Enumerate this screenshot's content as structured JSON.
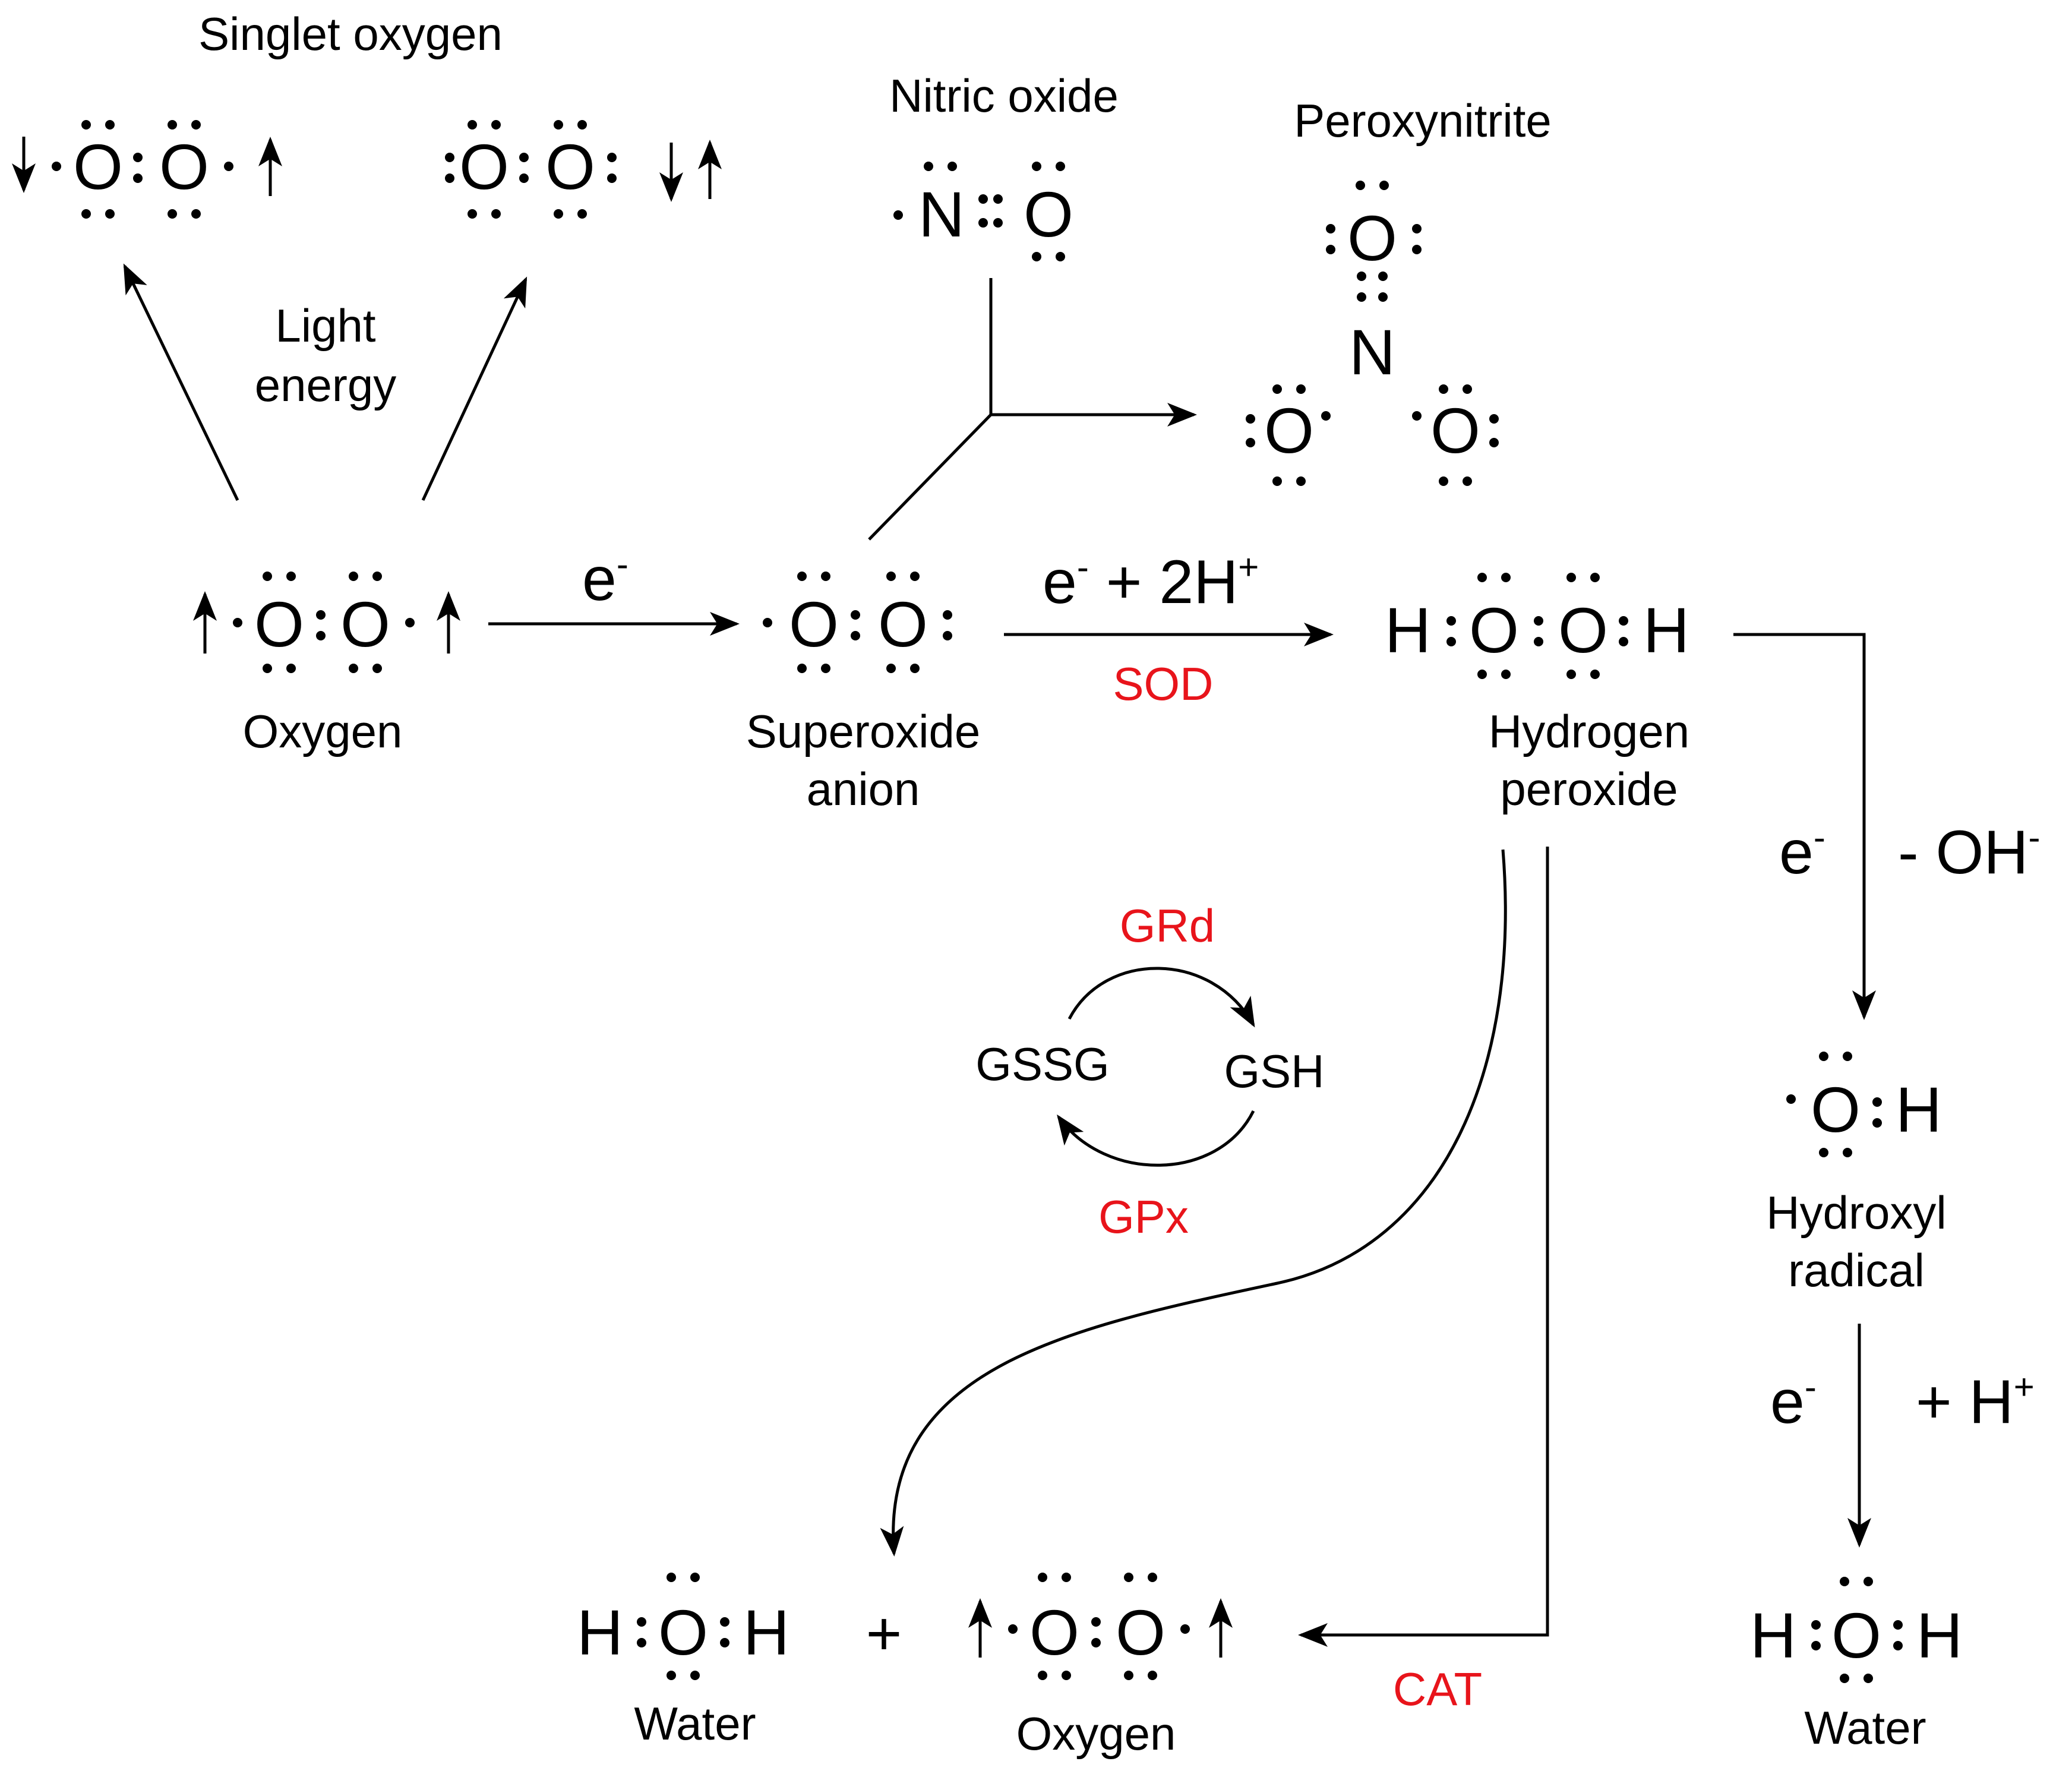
{
  "labels": {
    "singlet_oxygen": "Singlet oxygen",
    "light_energy_line1": "Light",
    "light_energy_line2": "energy",
    "nitric_oxide": "Nitric oxide",
    "peroxynitrite": "Peroxynitrite",
    "oxygen": "Oxygen",
    "superoxide_line1": "Superoxide",
    "superoxide_line2": "anion",
    "hydrogen_peroxide_line1": "Hydrogen",
    "hydrogen_peroxide_line2": "peroxide",
    "hydroxyl_line1": "Hydroxyl",
    "hydroxyl_line2": "radical",
    "water_left": "Water",
    "oxygen_bottom": "Oxygen",
    "water_right": "Water",
    "plus": "+",
    "gssg": "GSSG",
    "gsh": "GSH"
  },
  "enzymes": {
    "sod": "SOD",
    "grd": "GRd",
    "gpx": "GPx",
    "cat": "CAT"
  },
  "reactions": {
    "oxygen_to_superoxide": "e",
    "oxygen_to_superoxide_sup": "-",
    "superoxide_to_h2o2": "e",
    "superoxide_to_h2o2_sup": "-",
    "superoxide_to_h2o2_rest": " + 2H",
    "superoxide_to_h2o2_rest_sup": "+",
    "h2o2_to_hydroxyl_e": "e",
    "h2o2_to_hydroxyl_e_sup": "-",
    "h2o2_to_hydroxyl_oh": "- OH",
    "h2o2_to_hydroxyl_oh_sup": "-",
    "hydroxyl_to_water_e": "e",
    "hydroxyl_to_water_e_sup": "-",
    "hydroxyl_to_water_h": "+ H",
    "hydroxyl_to_water_h_sup": "+"
  },
  "atoms": {
    "O": "O",
    "N": "N",
    "H": "H"
  },
  "colors": {
    "enzyme": "#e8141b",
    "ink": "#000000"
  }
}
